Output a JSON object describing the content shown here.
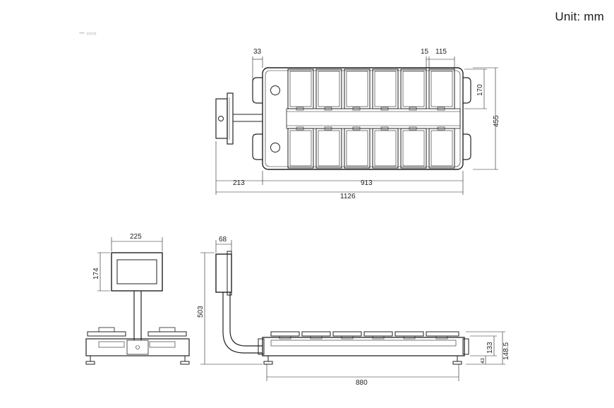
{
  "unit_label": "Unit: mm",
  "top_fragment": "一 ○○○",
  "top_view": {
    "dims": {
      "d33": "33",
      "d15": "15",
      "d115": "115",
      "d170": "170",
      "d455": "455",
      "d213": "213",
      "d913": "913",
      "d1126": "1126"
    }
  },
  "front_view": {
    "dims": {
      "d225": "225",
      "d174": "174"
    }
  },
  "side_view": {
    "dims": {
      "d68": "68",
      "d503": "503",
      "d133": "133",
      "d148_5": "148.5",
      "d43": "43",
      "d880": "880"
    }
  },
  "colors": {
    "line": "#222222",
    "panel": "#ffffff",
    "shade": "#e8e8e8"
  }
}
